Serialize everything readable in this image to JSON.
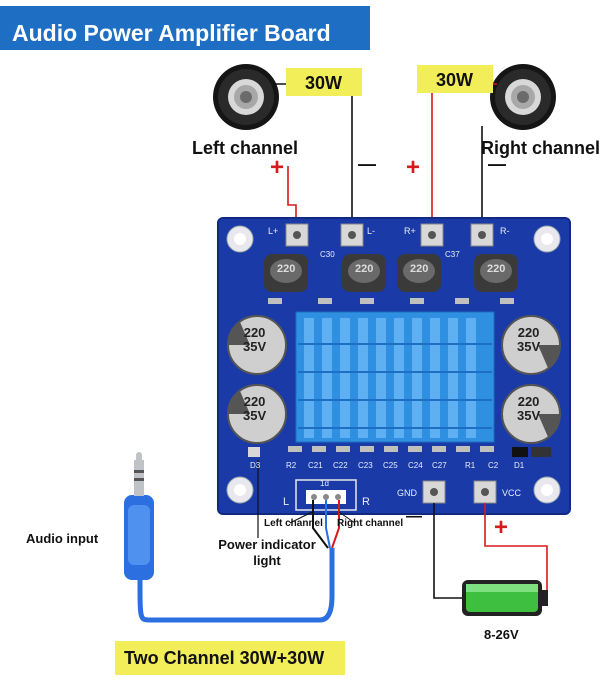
{
  "title": "Audio Power Amplifier Board",
  "power_left": "30W",
  "power_right": "30W",
  "left_channel_label": "Left channel",
  "right_channel_label": "Right channel",
  "plus_sign": "+",
  "minus_sign": "—",
  "board": {
    "terminal_top": [
      "L+",
      "L-",
      "R+",
      "R-"
    ],
    "inductor_code": "220",
    "caps_top": [
      "C30",
      "C37"
    ],
    "electrolytic_cap": [
      "220",
      "35V"
    ],
    "bottom_components": [
      "D3",
      "R2",
      "C21",
      "C22",
      "C23",
      "C25",
      "C24",
      "C27",
      "R1",
      "C2",
      "D1"
    ],
    "connector_id": "1d",
    "connector_L": "L",
    "connector_R": "R",
    "gnd": "GND",
    "vcc": "VCC"
  },
  "audio_input": "Audio input",
  "wire_left_label": "Left channel",
  "wire_right_label": "Right channel",
  "power_indicator": "Power indicator light",
  "power_plus": "+",
  "power_minus": "—",
  "voltage_range": "8-26V",
  "bottom_banner": "Two Channel 30W+30W",
  "colors": {
    "title_bg": "#1e6fc4",
    "callout_yellow": "#f2ee5a",
    "board_blue": "#1a3aa8",
    "heatsink": "#2f8fe0",
    "positive_wire": "#d7191c",
    "cable_blue": "#2b6fe0",
    "battery_green": "#3fbf3f"
  }
}
